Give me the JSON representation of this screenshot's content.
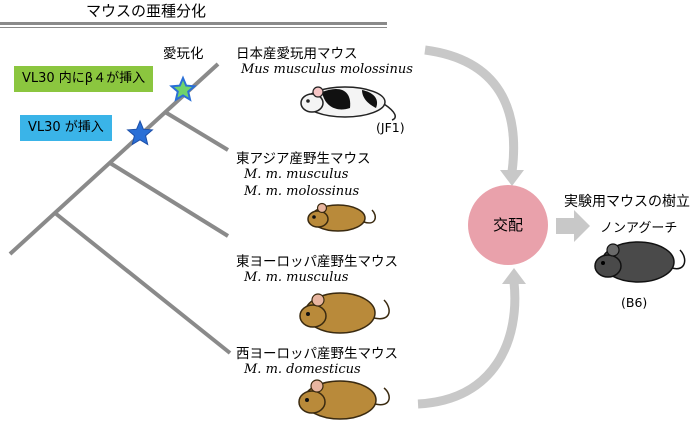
{
  "title": "マウスの亜種分化",
  "domestication_label": "愛玩化",
  "insertion_labels": {
    "vl30_beta4": "VL30 内にβ４が挿入",
    "vl30": "VL30 が挿入"
  },
  "subspecies": [
    {
      "name": "日本産愛玩用マウス",
      "sci": [
        "Mus musculus molossinus"
      ],
      "strain": "(JF1)"
    },
    {
      "name": "東アジア産野生マウス",
      "sci": [
        "M. m. musculus",
        "M. m. molossinus"
      ]
    },
    {
      "name": "東ヨーロッパ産野生マウス",
      "sci": [
        "M. m. musculus"
      ]
    },
    {
      "name": "西ヨーロッパ産野生マウス",
      "sci": [
        "M. m. domesticus"
      ]
    }
  ],
  "cross_label": "交配",
  "lab_mouse": {
    "title": "実験用マウスの樹立",
    "subtitle": "ノンアグーチ",
    "strain": "(B6)"
  },
  "colors": {
    "tree_line": "#8a8a8a",
    "green_box": "#8bc63f",
    "blue_box": "#3ab4e8",
    "cross_circle": "#e9a1ab",
    "arrow": "#c8c8c8",
    "star_blue": "#2a6fd6",
    "star_green": "#6fd36b",
    "wild_mouse": "#b98a3a",
    "lab_mouse": "#4a4a4a"
  }
}
